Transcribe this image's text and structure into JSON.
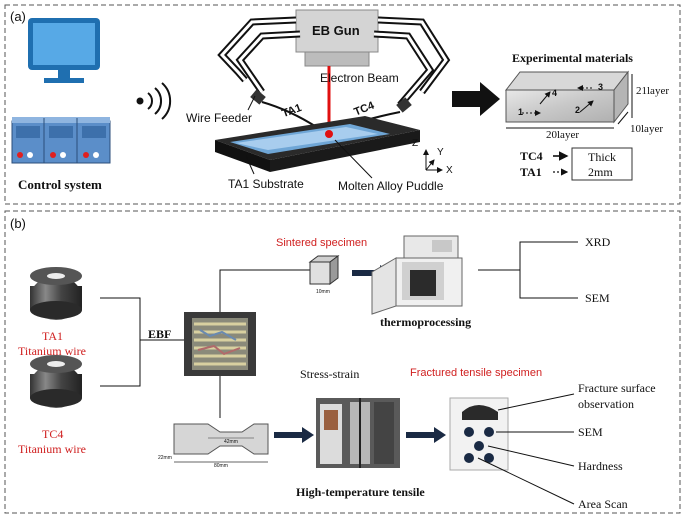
{
  "panel_a": {
    "label": "(a)",
    "control_system": "Control system",
    "eb_gun": "EB Gun",
    "electron_beam": "Electron Beam",
    "wire_feeder": "Wire Feeder",
    "ta1_wire_label": "TA1",
    "tc4_wire_label": "TC4",
    "substrate": "TA1 Substrate",
    "molten_puddle": "Molten Alloy Puddle",
    "axes": {
      "x": "X",
      "y": "Y",
      "z": "Z"
    },
    "experimental_materials": {
      "title": "Experimental materials",
      "height_layers": "21layer",
      "length_layers": "20layer",
      "width_layers": "10layer",
      "sample_numbers": [
        "1",
        "2",
        "3",
        "4"
      ]
    },
    "legend": {
      "tc4": "TC4",
      "ta1": "TA1",
      "thick_label": "Thick",
      "thick_value": "2mm"
    }
  },
  "panel_b": {
    "label": "(b)",
    "ta1_wire_name": "TA1",
    "ta1_wire_type": "Titanium wire",
    "tc4_wire_name": "TC4",
    "tc4_wire_type": "Titanium wire",
    "ebf": "EBF",
    "sintered_specimen": "Sintered specimen",
    "cube_dim": "10mm",
    "thermoprocessing": "thermoprocessing",
    "xrd": "XRD",
    "sem_top": "SEM",
    "stress_strain": "Stress-strain",
    "fractured_specimen": "Fractured tensile specimen",
    "high_temp_tensile": "High-temperature tensile",
    "tensile_gauge": "42mm",
    "tensile_length": "80mm",
    "tensile_thickness": "22mm",
    "tests": [
      "Fracture surface",
      "observation",
      "SEM",
      "Hardness",
      "Area Scan"
    ]
  }
}
